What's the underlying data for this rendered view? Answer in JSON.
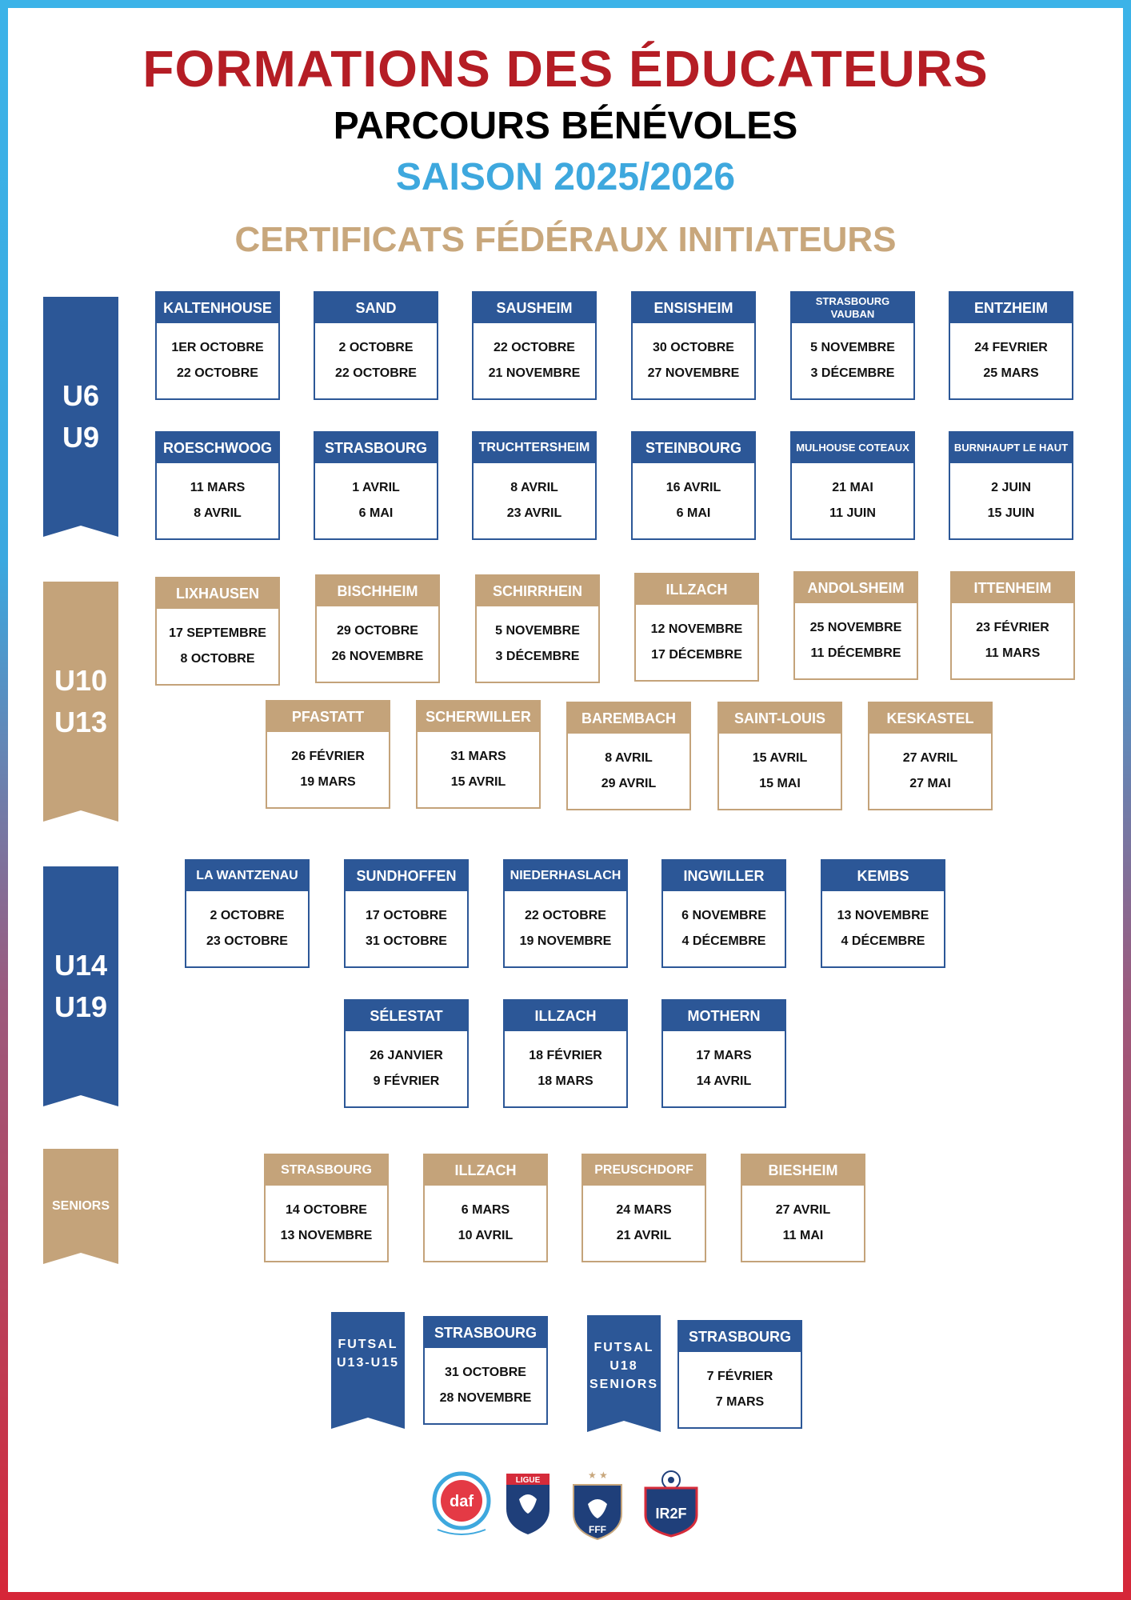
{
  "header": {
    "title": "FORMATIONS DES ÉDUCATEURS",
    "subtitle": "PARCOURS BÉNÉVOLES",
    "season": "SAISON 2025/2026",
    "section": "CERTIFICATS FÉDÉRAUX INITIATEURS"
  },
  "colors": {
    "blue": "#2c5797",
    "tan": "#c4a37a",
    "red": "#b51d25",
    "light_blue": "#3ea8de"
  },
  "ribbons": [
    {
      "line1": "U6",
      "line2": "U9",
      "color": "blue"
    },
    {
      "line1": "U10",
      "line2": "U13",
      "color": "tan"
    },
    {
      "line1": "U14",
      "line2": "U19",
      "color": "blue"
    },
    {
      "line1": "SENIORS",
      "line2": "",
      "color": "tan"
    },
    {
      "line1": "FUTSAL",
      "line2": "U13-U15",
      "line3": "",
      "color": "blue"
    },
    {
      "line1": "FUTSAL",
      "line2": "U18",
      "line3": "SENIORS",
      "color": "blue"
    }
  ],
  "cards": [
    {
      "place": "KALTENHOUSE",
      "d1": "1ER OCTOBRE",
      "d2": "22 OCTOBRE"
    },
    {
      "place": "SAND",
      "d1": "2 OCTOBRE",
      "d2": "22 OCTOBRE"
    },
    {
      "place": "SAUSHEIM",
      "d1": "22 OCTOBRE",
      "d2": "21 NOVEMBRE"
    },
    {
      "place": "ENSISHEIM",
      "d1": "30 OCTOBRE",
      "d2": "27 NOVEMBRE"
    },
    {
      "place": "STRASBOURG VAUBAN",
      "d1": "5 NOVEMBRE",
      "d2": "3 DÉCEMBRE"
    },
    {
      "place": "ENTZHEIM",
      "d1": "24 FEVRIER",
      "d2": "25 MARS"
    },
    {
      "place": "ROESCHWOOG",
      "d1": "11 MARS",
      "d2": "8 AVRIL"
    },
    {
      "place": "STRASBOURG",
      "d1": "1 AVRIL",
      "d2": "6 MAI"
    },
    {
      "place": "TRUCHTERSHEIM",
      "d1": "8 AVRIL",
      "d2": "23 AVRIL"
    },
    {
      "place": "STEINBOURG",
      "d1": "16 AVRIL",
      "d2": "6 MAI"
    },
    {
      "place": "MULHOUSE COTEAUX",
      "d1": "21 MAI",
      "d2": "11 JUIN"
    },
    {
      "place": "BURNHAUPT LE HAUT",
      "d1": "2 JUIN",
      "d2": "15 JUIN"
    },
    {
      "place": "LIXHAUSEN",
      "d1": "17 SEPTEMBRE",
      "d2": "8 OCTOBRE"
    },
    {
      "place": "BISCHHEIM",
      "d1": "29 OCTOBRE",
      "d2": "26 NOVEMBRE"
    },
    {
      "place": "SCHIRRHEIN",
      "d1": "5 NOVEMBRE",
      "d2": "3 DÉCEMBRE"
    },
    {
      "place": "ILLZACH",
      "d1": "12 NOVEMBRE",
      "d2": "17 DÉCEMBRE"
    },
    {
      "place": "ANDOLSHEIM",
      "d1": "25 NOVEMBRE",
      "d2": "11 DÉCEMBRE"
    },
    {
      "place": "ITTENHEIM",
      "d1": "23 FÉVRIER",
      "d2": "11 MARS"
    },
    {
      "place": "PFASTATT",
      "d1": "26 FÉVRIER",
      "d2": "19 MARS"
    },
    {
      "place": "SCHERWILLER",
      "d1": "31 MARS",
      "d2": "15 AVRIL"
    },
    {
      "place": "BAREMBACH",
      "d1": "8 AVRIL",
      "d2": "29 AVRIL"
    },
    {
      "place": "SAINT-LOUIS",
      "d1": "15 AVRIL",
      "d2": "15 MAI"
    },
    {
      "place": "KESKASTEL",
      "d1": "27 AVRIL",
      "d2": "27 MAI"
    },
    {
      "place": "LA WANTZENAU",
      "d1": "2 OCTOBRE",
      "d2": "23 OCTOBRE"
    },
    {
      "place": "SUNDHOFFEN",
      "d1": "17 OCTOBRE",
      "d2": "31 OCTOBRE"
    },
    {
      "place": "NIEDERHASLACH",
      "d1": "22 OCTOBRE",
      "d2": "19 NOVEMBRE"
    },
    {
      "place": "INGWILLER",
      "d1": "6 NOVEMBRE",
      "d2": "4 DÉCEMBRE"
    },
    {
      "place": "KEMBS",
      "d1": "13 NOVEMBRE",
      "d2": "4 DÉCEMBRE"
    },
    {
      "place": "SÉLESTAT",
      "d1": "26 JANVIER",
      "d2": "9 FÉVRIER"
    },
    {
      "place": "ILLZACH",
      "d1": "18 FÉVRIER",
      "d2": "18 MARS"
    },
    {
      "place": "MOTHERN",
      "d1": "17 MARS",
      "d2": "14 AVRIL"
    },
    {
      "place": "STRASBOURG",
      "d1": "14 OCTOBRE",
      "d2": "13 NOVEMBRE"
    },
    {
      "place": "ILLZACH",
      "d1": "6 MARS",
      "d2": "10 AVRIL"
    },
    {
      "place": "PREUSCHDORF",
      "d1": "24 MARS",
      "d2": "21 AVRIL"
    },
    {
      "place": "BIESHEIM",
      "d1": "27 AVRIL",
      "d2": "11 MAI"
    },
    {
      "place": "STRASBOURG",
      "d1": "31 OCTOBRE",
      "d2": "28 NOVEMBRE"
    },
    {
      "place": "STRASBOURG",
      "d1": "7 FÉVRIER",
      "d2": "7 MARS"
    }
  ],
  "logos": [
    {
      "icon": "daf-logo",
      "text": "daf"
    },
    {
      "icon": "ligue-grand-est-logo",
      "text": "LIGUE"
    },
    {
      "icon": "fff-logo",
      "text": "FFF"
    },
    {
      "icon": "ir2f-logo",
      "text": "IR2F"
    }
  ]
}
